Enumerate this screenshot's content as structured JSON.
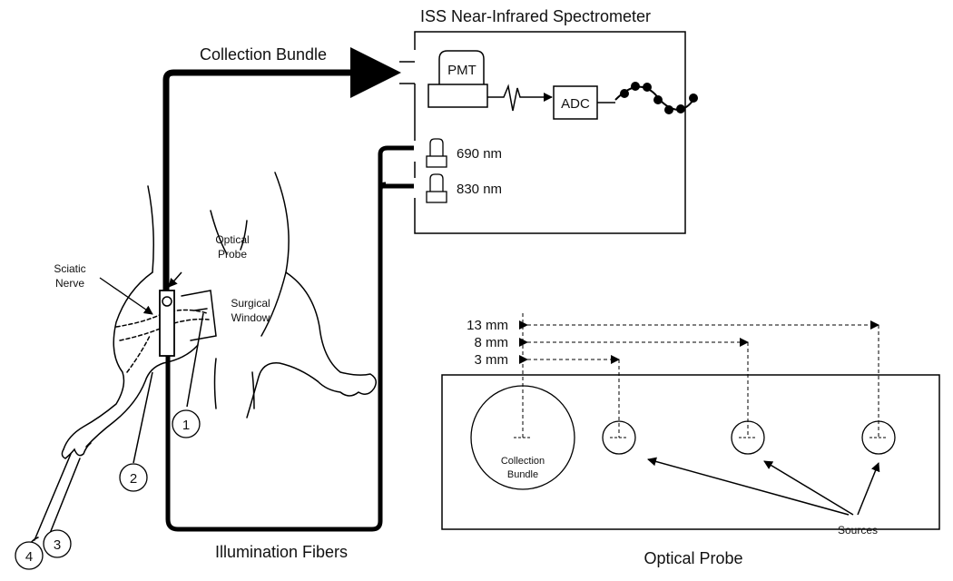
{
  "spectrometer": {
    "title": "ISS Near-Infrared Spectrometer",
    "pmt_label": "PMT",
    "adc_label": "ADC",
    "source_690_label": "690 nm",
    "source_830_label": "830 nm"
  },
  "labels": {
    "collection_bundle": "Collection Bundle",
    "illumination_fibers": "Illumination Fibers",
    "optical_probe_line1": "Optical",
    "optical_probe_line2": "Probe",
    "sciatic_line1": "Sciatic",
    "sciatic_line2": "Nerve",
    "surgical_line1": "Surgical",
    "surgical_line2": "Window"
  },
  "markers": [
    "1",
    "2",
    "3",
    "4"
  ],
  "probe_detail": {
    "title": "Optical Probe",
    "distances": [
      "13 mm",
      "8 mm",
      "3 mm"
    ],
    "collection_line1": "Collection",
    "collection_line2": "Bundle",
    "sources_label": "Sources"
  }
}
